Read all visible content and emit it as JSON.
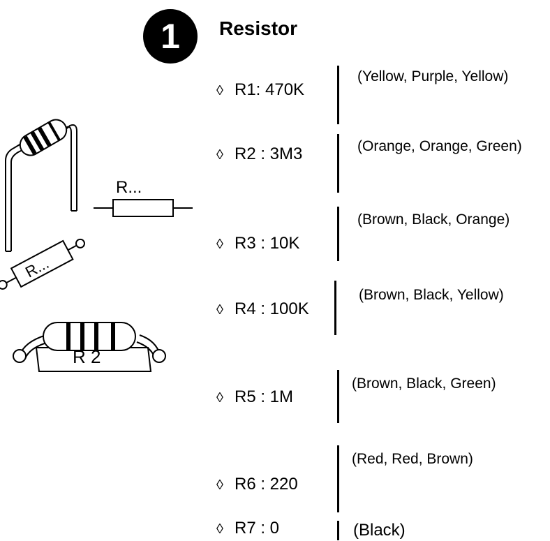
{
  "step_number": "1",
  "title": "Resistor",
  "diagram": {
    "schematic_label": "R...",
    "flat_resistor_label": "R...",
    "side_resistor_label": "R 2"
  },
  "resistors": [
    {
      "designator": "R1: 470K",
      "colors": "(Yellow, Purple, Yellow)"
    },
    {
      "designator": "R2 : 3M3",
      "colors": "(Orange, Orange, Green)"
    },
    {
      "designator": "R3 : 10K",
      "colors": "(Brown, Black, Orange)"
    },
    {
      "designator": "R4 : 100K",
      "colors": "(Brown, Black, Yellow)"
    },
    {
      "designator": "R5 : 1M",
      "colors": "(Brown, Black, Green)"
    },
    {
      "designator": "R6 : 220",
      "colors": "(Red, Red, Brown)"
    },
    {
      "designator": "R7 : 0",
      "colors": "(Black)"
    }
  ],
  "bullet_symbol": "◊"
}
